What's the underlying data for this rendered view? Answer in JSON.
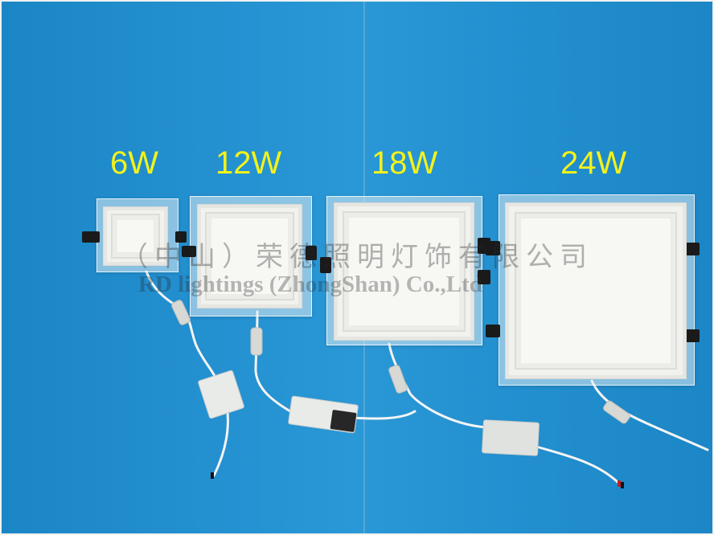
{
  "photo": {
    "background_color": "#1f8ac8",
    "label_color": "#f3f21a"
  },
  "products": [
    {
      "label": "6W"
    },
    {
      "label": "12W"
    },
    {
      "label": "18W"
    },
    {
      "label": "24W"
    }
  ],
  "watermark": {
    "chinese": "（中山）荣德照明灯饰有限公司",
    "english": "RD lightings (ZhongShan) Co.,Ltd"
  }
}
